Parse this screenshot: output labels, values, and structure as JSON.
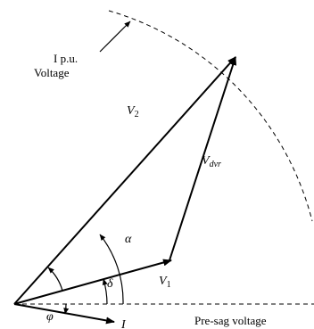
{
  "labels": {
    "pu_line1": "I p.u.",
    "pu_line2": "Voltage",
    "v2_main": "V",
    "v2_sub": "2",
    "vdvr_main": "V",
    "vdvr_sub": "dvr",
    "v1_main": "V",
    "v1_sub": "1",
    "alpha": "α",
    "delta": "δ",
    "phi": "φ",
    "current": "I",
    "presag": "Pre-sag voltage"
  },
  "colors": {
    "stroke": "#000000",
    "background": "#ffffff"
  }
}
